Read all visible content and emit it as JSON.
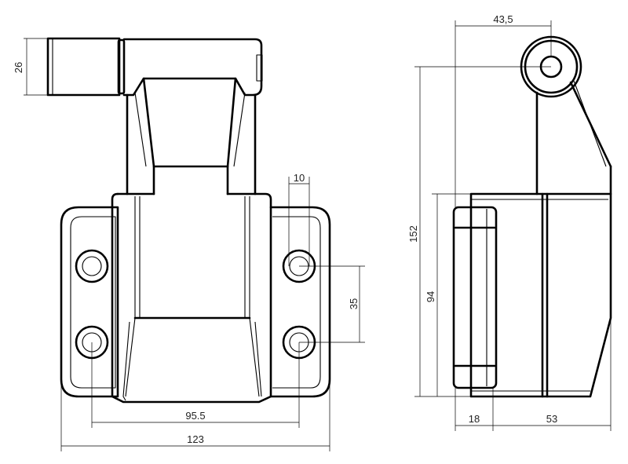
{
  "dimensions": {
    "front_view": {
      "pin_height": "26",
      "slot_offset": "10",
      "hole_spacing_vertical": "35",
      "hole_spacing_horizontal": "95.5",
      "overall_width": "123"
    },
    "side_view": {
      "pin_offset": "43,5",
      "overall_height": "152",
      "plate_height": "94",
      "plate_thickness": "18",
      "body_depth": "53"
    }
  },
  "colors": {
    "line": "#000000",
    "dimension_text": "#222222",
    "background": "#ffffff"
  }
}
